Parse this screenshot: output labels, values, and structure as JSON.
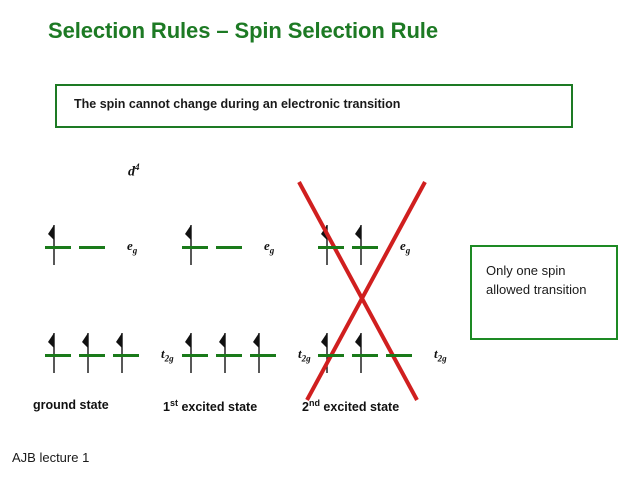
{
  "slide": {
    "title": "Selection Rules – Spin Selection Rule",
    "title_color": "#1d7a24",
    "background_color": "#ffffff",
    "footer": "AJB lecture 1"
  },
  "statement_box": {
    "text": "The spin cannot change during an electronic transition",
    "border_color": "#1d7a24"
  },
  "note_box": {
    "text": "Only one spin allowed transition",
    "border_color": "#1d8a24"
  },
  "diagram": {
    "configuration_label": "d",
    "configuration_superscript": "4",
    "level_colors": {
      "orbital_line": "#1a7a1a",
      "electron_arrow": "#111111",
      "forbidden_cross": "#d01f1f"
    },
    "eg_label": "e",
    "eg_sub": "g",
    "t2g_label": "t",
    "t2g_sub": "2g",
    "states": [
      {
        "name": "ground-state",
        "caption": "ground state",
        "caption_sup": "",
        "eg": {
          "slots": 2,
          "arrows": [
            1,
            0
          ]
        },
        "t2g": {
          "slots": 3,
          "arrows": [
            1,
            1,
            1
          ]
        },
        "forbidden": false
      },
      {
        "name": "first-excited-state",
        "caption_prefix": "1",
        "caption_sup": "st",
        "caption_suffix": " excited state",
        "caption": "1st excited state",
        "eg": {
          "slots": 2,
          "arrows": [
            1,
            0
          ]
        },
        "t2g": {
          "slots": 3,
          "arrows": [
            1,
            1,
            1
          ]
        },
        "forbidden": false
      },
      {
        "name": "second-excited-state",
        "caption_prefix": "2",
        "caption_sup": "nd",
        "caption_suffix": " excited state",
        "caption": "2nd excited state",
        "eg": {
          "slots": 2,
          "arrows": [
            1,
            1
          ]
        },
        "t2g": {
          "slots": 3,
          "arrows": [
            1,
            1,
            0
          ]
        },
        "forbidden": true
      }
    ]
  }
}
